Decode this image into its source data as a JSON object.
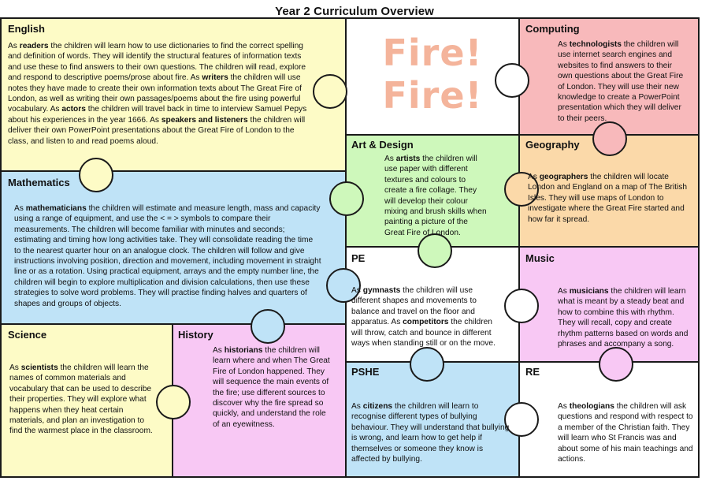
{
  "title": "Year 2 Curriculum Overview",
  "topic": "Fire! Fire!",
  "colors": {
    "english": "#fdfbc6",
    "maths": "#bfe3f7",
    "science": "#fdfbc6",
    "history": "#f8c8f4",
    "topic": "#ffffff",
    "art": "#cef8bb",
    "pe": "#ffffff",
    "pshe": "#bfe3f7",
    "computing": "#f8b9bb",
    "geography": "#fbd9a9",
    "music": "#f8c8f4",
    "re": "#ffffff",
    "topic_text": "#f4b49b"
  },
  "sections": {
    "english": {
      "heading": "English",
      "parts": [
        {
          "t": "As "
        },
        {
          "b": "readers"
        },
        {
          "t": " the children will learn how to use dictionaries to find the correct spelling and definition of words. They will identify the structural features of information texts and use these to find answers to their own questions. The children will read, explore and respond to descriptive poems/prose about fire. As "
        },
        {
          "b": "writers"
        },
        {
          "t": " the children will use notes they have made to create their own information texts about The Great Fire of London, as well as writing their own passages/poems about the fire using powerful vocabulary. As "
        },
        {
          "b": "actors"
        },
        {
          "t": " the children will travel back in time to interview Samuel Pepys about his experiences in the year 1666. As "
        },
        {
          "b": "speakers and listeners"
        },
        {
          "t": " the children will deliver their own PowerPoint presentations about the Great Fire of London to the class, and listen to and read poems aloud."
        }
      ]
    },
    "maths": {
      "heading": "Mathematics",
      "parts": [
        {
          "t": "As "
        },
        {
          "b": "mathematicians"
        },
        {
          "t": " the children will estimate and measure length, mass and capacity using a range of equipment, and use the < = > symbols to compare their measurements. The children will become familiar with minutes and seconds; estimating and timing how long activities take. They will consolidate reading the time to the nearest quarter hour on an analogue clock. The children will follow and give instructions involving position, direction and movement, including movement in straight line or as a rotation. Using practical equipment, arrays and the empty number line, the children will begin to explore multiplication and division calculations, then use these strategies to solve word problems. They will practise finding halves and quarters of shapes and groups of objects."
        }
      ]
    },
    "science": {
      "heading": "Science",
      "parts": [
        {
          "t": "As "
        },
        {
          "b": "scientists"
        },
        {
          "t": " the children will learn the names of common materials and vocabulary that can be used to describe their properties. They will explore what happens when they heat certain materials, and plan an investigation to find the warmest place in the classroom."
        }
      ]
    },
    "history": {
      "heading": "History",
      "parts": [
        {
          "t": "As "
        },
        {
          "b": "historians"
        },
        {
          "t": " the children will learn where and when The Great Fire of London happened. They will sequence the main events of the fire; use different sources to discover why the fire spread so quickly, and understand the role of an eyewitness."
        }
      ]
    },
    "art": {
      "heading": "Art & Design",
      "parts": [
        {
          "t": "As "
        },
        {
          "b": "artists"
        },
        {
          "t": " the children will use paper with different textures and colours to create a fire collage. They will develop their colour mixing and brush skills when painting a picture of the Great Fire of London."
        }
      ]
    },
    "pe": {
      "heading": "PE",
      "parts": [
        {
          "t": "As "
        },
        {
          "b": "gymnasts"
        },
        {
          "t": " the children will use different shapes and movements to balance and travel on the floor and apparatus. As "
        },
        {
          "b": "competitors"
        },
        {
          "t": " the children will throw, catch and bounce in different ways when standing still or on the move."
        }
      ]
    },
    "pshe": {
      "heading": "PSHE",
      "parts": [
        {
          "t": "As "
        },
        {
          "b": "citizens"
        },
        {
          "t": " the children will learn to recognise different types of bullying behaviour. They will understand that bullying is wrong, and learn how to get help if themselves or someone they know is affected by bullying."
        }
      ]
    },
    "computing": {
      "heading": "Computing",
      "parts": [
        {
          "t": "As "
        },
        {
          "b": "technologists"
        },
        {
          "t": " the children will use internet search engines and websites to find answers to their own questions about the Great Fire of London. They will use their new knowledge to create a PowerPoint presentation which they will deliver to their peers."
        }
      ]
    },
    "geography": {
      "heading": "Geography",
      "parts": [
        {
          "t": "As "
        },
        {
          "b": "geographers"
        },
        {
          "t": " the children will locate London and England on a map of The British Isles. They will use maps of London to investigate where the Great Fire started and how far it spread."
        }
      ]
    },
    "music": {
      "heading": "Music",
      "parts": [
        {
          "t": "As "
        },
        {
          "b": "musicians"
        },
        {
          "t": " the children will learn what is meant by a steady beat and how to combine this with rhythm. They will recall, copy and create rhythm patterns based on words and phrases and accompany a song."
        }
      ]
    },
    "re": {
      "heading": "RE",
      "parts": [
        {
          "t": "As "
        },
        {
          "b": "theologians"
        },
        {
          "t": " the children will ask questions and respond with respect to a member of the Christian faith. They will learn who St Francis was and about some of his main teachings and actions."
        }
      ]
    }
  }
}
